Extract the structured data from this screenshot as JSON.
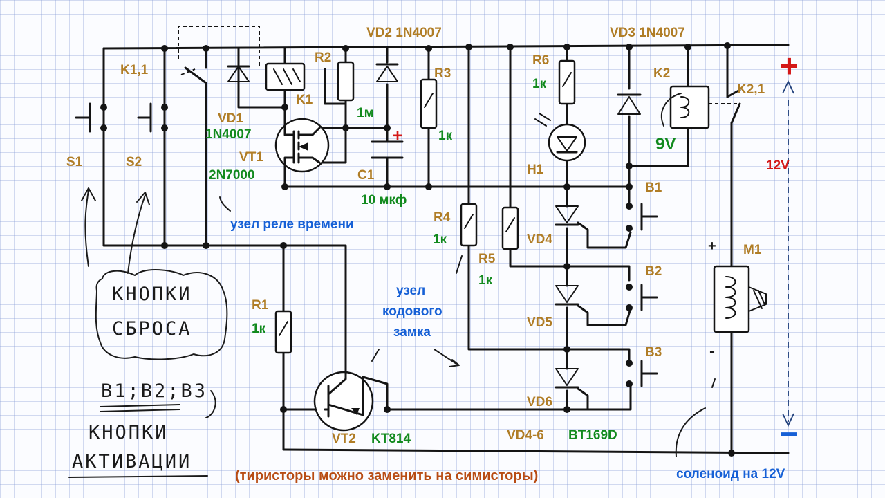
{
  "colors": {
    "component": "#b07d26",
    "value": "#128a1e",
    "annotation": "#1660d6",
    "power": "#d41818",
    "note": "#b84c14"
  },
  "power": {
    "plus": "+",
    "minus": "−",
    "voltage": "12V"
  },
  "components": {
    "k11": "K1,1",
    "s1": "S1",
    "s2": "S2",
    "vd1": "VD1",
    "vd1_type": "1N4007",
    "vt1": "VT1",
    "vt1_type": "2N7000",
    "k1": "K1",
    "r2": "R2",
    "r2_value": "1м",
    "vd2": "VD2 1N4007",
    "c1": "C1",
    "c1_value": "10 мкф",
    "c1_plus": "+",
    "r3": "R3",
    "r3_value": "1к",
    "r6": "R6",
    "r6_value": "1к",
    "h1": "H1",
    "vd3": "VD3 1N4007",
    "k2": "K2",
    "k2_voltage": "9V",
    "k21": "K2,1",
    "b1": "B1",
    "b2": "B2",
    "b3": "B3",
    "m1": "M1",
    "m1_plus": "+",
    "m1_minus": "-",
    "r4": "R4",
    "r4_value": "1к",
    "r5": "R5",
    "r5_value": "1к",
    "r1": "R1",
    "r1_value": "1к",
    "vd4": "VD4",
    "vd5": "VD5",
    "vd6": "VD6",
    "vt2": "VT2",
    "vt2_type": "KT814",
    "vd46": "VD4-6",
    "vd46_type": "BT169D"
  },
  "annotations": {
    "timer_node": "узел реле времени",
    "code_lock_line1": "узел",
    "code_lock_line2": "кодового",
    "code_lock_line3": "замка",
    "solenoid": "соленоид на 12V",
    "thyristor_note": "(тиристоры можно заменить на симисторы)"
  },
  "handwritten": {
    "reset_line1": "КНОПКИ",
    "reset_line2": "СБРОСА",
    "activation_buttons": "B1;B2;B3",
    "activation_line1": "КНОПКИ",
    "activation_line2": "АКТИВАЦИИ"
  }
}
